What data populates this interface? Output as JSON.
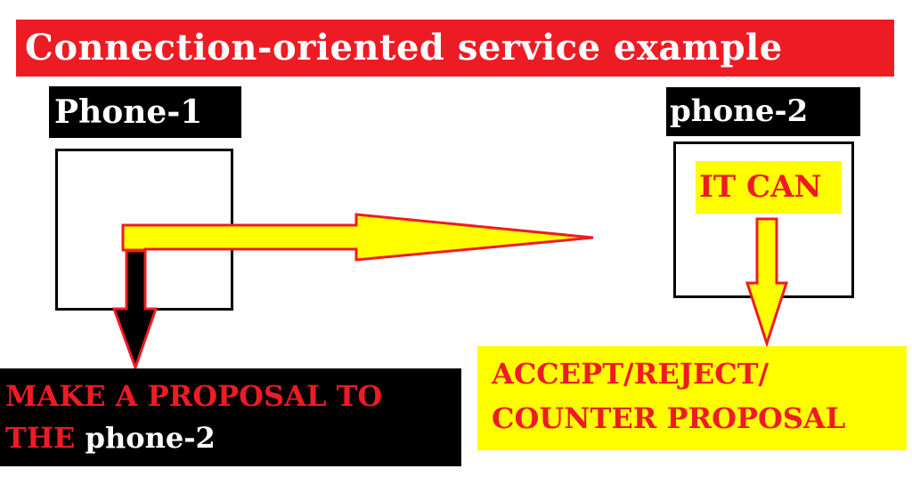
{
  "title": "Connection-oriented service example",
  "phone1": {
    "label": "Phone-1"
  },
  "phone2": {
    "label": "phone-2"
  },
  "it_can": "IT CAN",
  "proposal": {
    "line1": "MAKE A PROPOSAL TO",
    "line2_prefix": "THE",
    "line2_highlight": "phone-2"
  },
  "response": {
    "line1": "ACCEPT/REJECT/",
    "line2": "COUNTER PROPOSAL"
  },
  "colors": {
    "red": "#ed1c24",
    "yellow": "#ffff00",
    "black": "#000000",
    "white": "#ffffff"
  },
  "icons": {
    "arrow_to_phone2": "yellow-right-arrow",
    "arrow_to_proposal": "black-down-arrow",
    "arrow_to_response": "yellow-down-arrow"
  }
}
